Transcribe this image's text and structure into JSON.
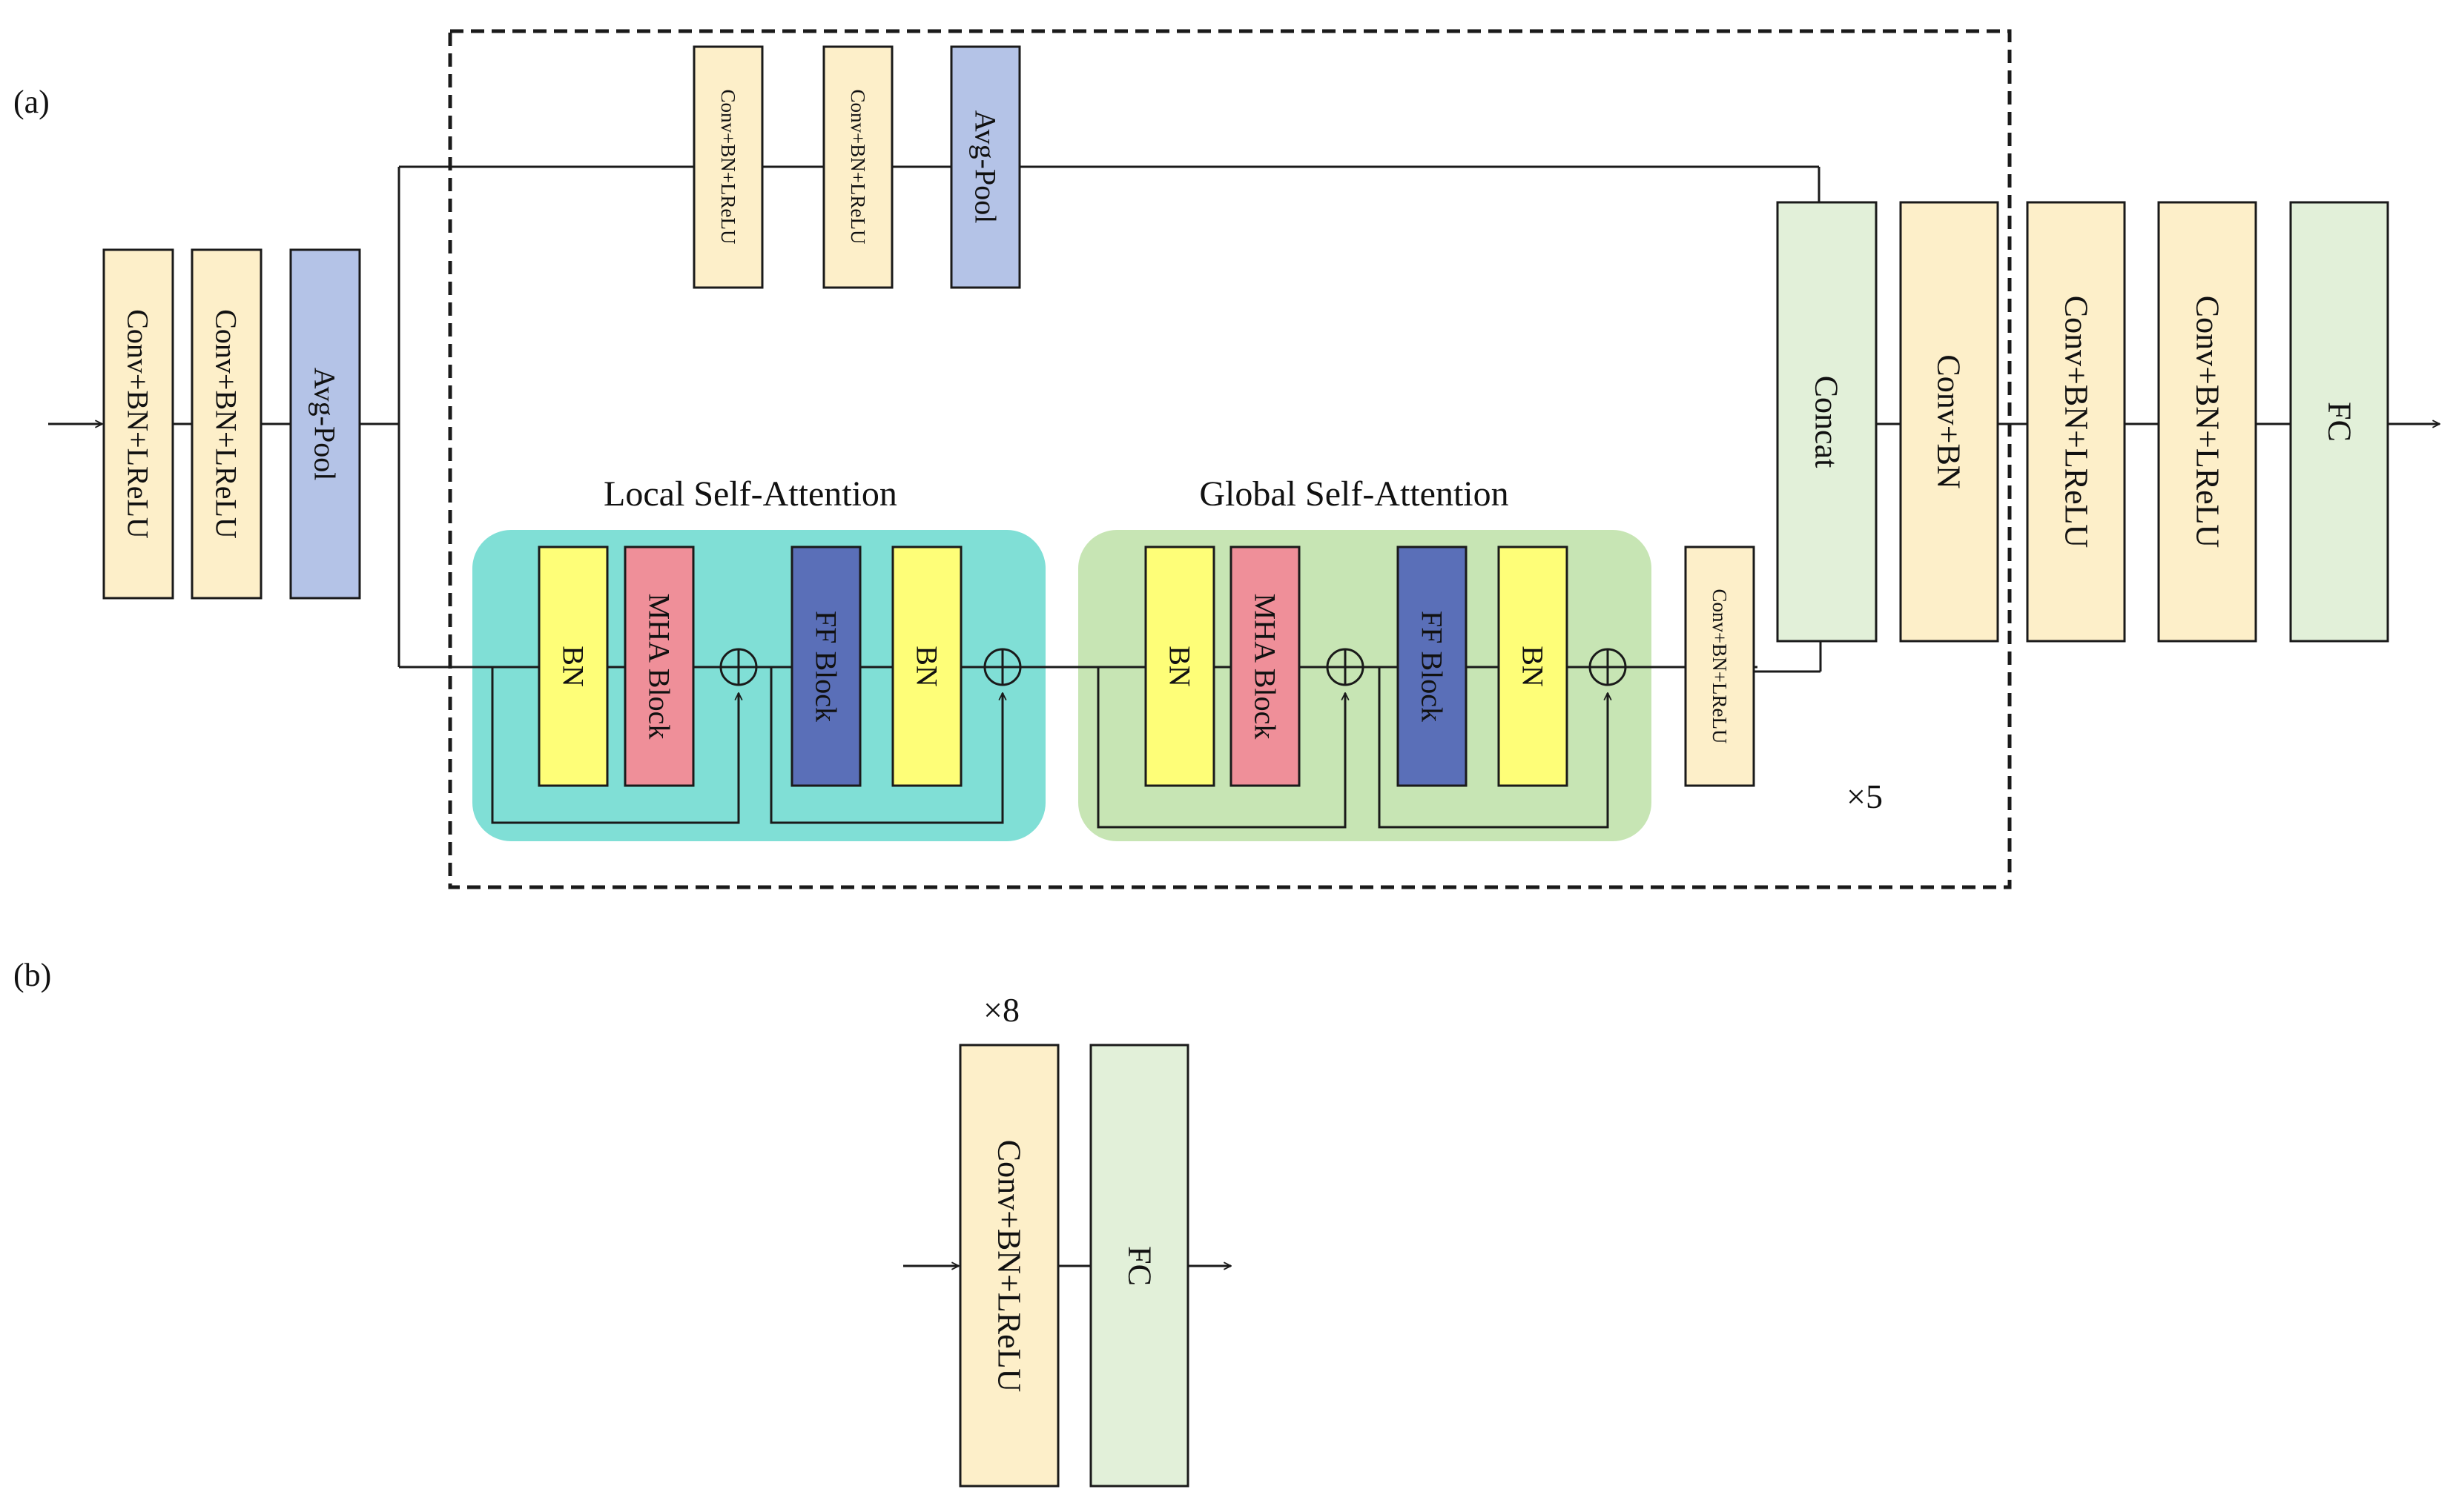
{
  "panel_a": {
    "label": "(a)",
    "stem": {
      "block1": "Conv+BN+LReLU",
      "block2": "Conv+BN+LReLU",
      "block3": "Avg-Pool"
    },
    "upper_branch": {
      "block1": "Conv+BN+LReLU",
      "block2": "Conv+BN+LReLU",
      "block3": "Avg-Pool"
    },
    "local_attention": {
      "title": "Local Self-Attention",
      "bn1": "BN",
      "mha": "MHA Block",
      "ff": "FF Block",
      "bn2": "BN"
    },
    "global_attention": {
      "title": "Global Self-Attention",
      "bn1": "BN",
      "mha": "MHA Block",
      "ff": "FF Block",
      "bn2": "BN"
    },
    "post_attention_conv": "Conv+BN+LReLU",
    "concat": "Concat",
    "conv_bn": "Conv+BN",
    "repeat_label": "×5",
    "head": {
      "block1": "Conv+BN+LReLU",
      "block2": "Conv+BN+LReLU",
      "fc": "FC"
    }
  },
  "panel_b": {
    "label": "(b)",
    "repeat_label": "×8",
    "conv": "Conv+BN+LReLU",
    "fc": "FC"
  },
  "colors": {
    "conv": "#fdefc9",
    "pool": "#b4c3e7",
    "bn": "#fefe78",
    "mha": "#ef8f99",
    "ff": "#5a6fb8",
    "concat": "#e2f0d9",
    "local_bg": "#80dfd6",
    "global_bg": "#c7e5b4"
  }
}
